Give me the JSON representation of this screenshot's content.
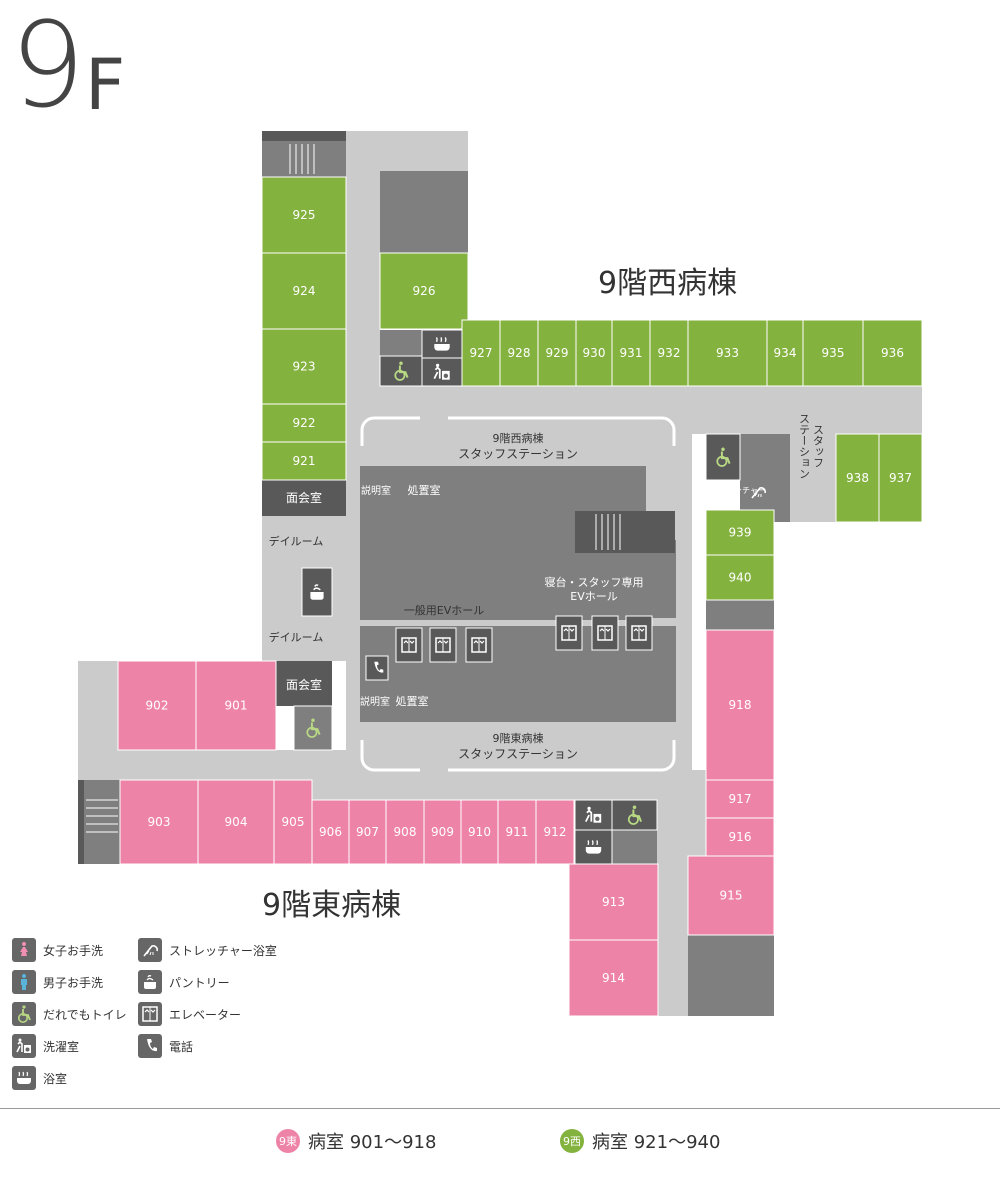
{
  "floor": {
    "number": "9",
    "suffix": "F"
  },
  "wings": {
    "west": "9階西病棟",
    "east": "9階東病棟"
  },
  "colors": {
    "west_room": "#84b23f",
    "east_room": "#ee83a8",
    "corridor": "#cbcbcb",
    "service": "#7f7f80",
    "dark": "#595959"
  },
  "rooms_west": [
    "925",
    "924",
    "923",
    "922",
    "921",
    "926",
    "927",
    "928",
    "929",
    "930",
    "931",
    "932",
    "933",
    "934",
    "935",
    "936",
    "938",
    "937",
    "939",
    "940"
  ],
  "rooms_east": [
    "902",
    "901",
    "903",
    "904",
    "905",
    "906",
    "907",
    "908",
    "909",
    "910",
    "911",
    "912",
    "913",
    "914",
    "918",
    "917",
    "916",
    "915"
  ],
  "areas": {
    "visiting_room": "面会室",
    "day_room": "デイルーム",
    "west_station": [
      "9階西病棟",
      "スタッフステーション"
    ],
    "east_station": [
      "9階東病棟",
      "スタッフステーション"
    ],
    "explanation_room": "説明室",
    "treatment_room": "処置室",
    "general_ev_hall": "一般用EVホール",
    "bed_ev_hall": [
      "寝台・スタッフ専用",
      "EVホール"
    ],
    "staff_station_vertical": [
      "スタッフ",
      "ステーション"
    ],
    "stretcher_bath": [
      "ストレッチャー",
      "浴室"
    ]
  },
  "legend": [
    {
      "icon": "female-toilet-icon",
      "label": "女子お手洗"
    },
    {
      "icon": "male-toilet-icon",
      "label": "男子お手洗"
    },
    {
      "icon": "accessible-toilet-icon",
      "label": "だれでもトイレ"
    },
    {
      "icon": "laundry-icon",
      "label": "洗濯室"
    },
    {
      "icon": "bath-icon",
      "label": "浴室"
    },
    {
      "icon": "stretcher-shower-icon",
      "label": "ストレッチャー浴室"
    },
    {
      "icon": "pantry-icon",
      "label": "パントリー"
    },
    {
      "icon": "elevator-icon",
      "label": "エレベーター"
    },
    {
      "icon": "telephone-icon",
      "label": "電話"
    }
  ],
  "footer": [
    {
      "badge": "9東",
      "label": "病室 901〜918",
      "color": "#ee83a8"
    },
    {
      "badge": "9西",
      "label": "病室 921〜940",
      "color": "#84b23f"
    }
  ]
}
